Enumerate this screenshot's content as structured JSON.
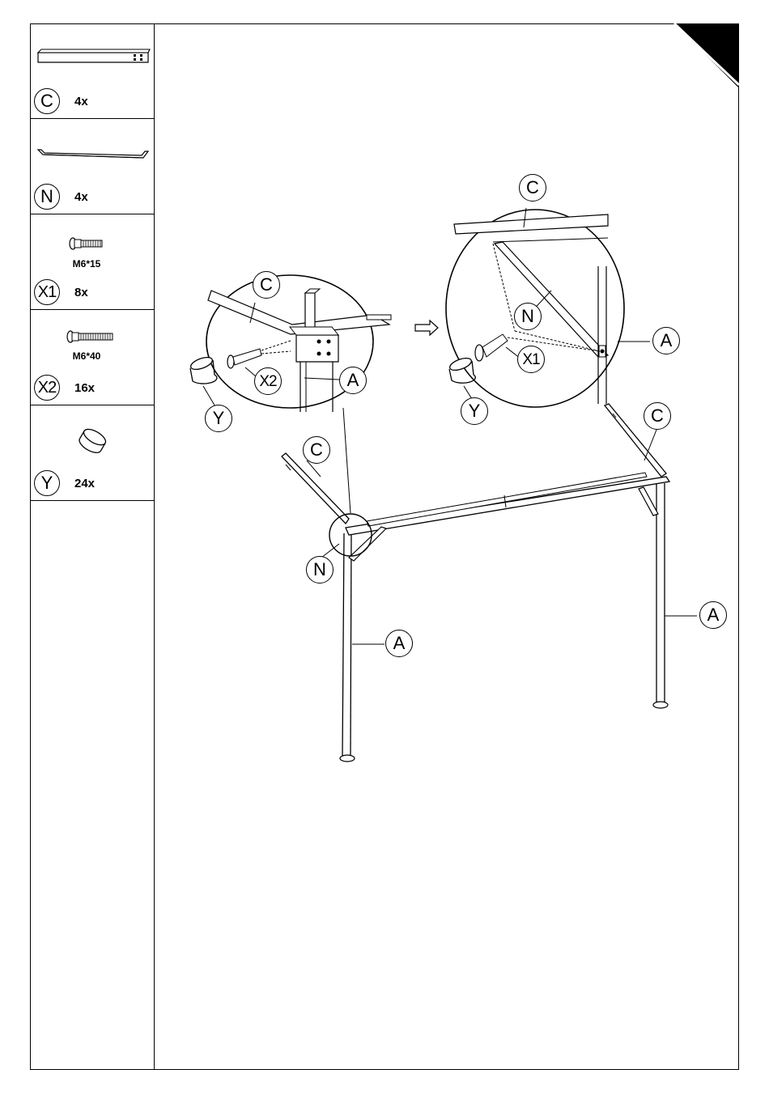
{
  "parts": [
    {
      "letter": "C",
      "qty": "4x",
      "spec": "",
      "icon": "rail-beam-icon"
    },
    {
      "letter": "N",
      "qty": "4x",
      "spec": "",
      "icon": "brace-bracket-icon"
    },
    {
      "letter": "X1",
      "qty": "8x",
      "spec": "M6*15",
      "icon": "short-bolt-icon"
    },
    {
      "letter": "X2",
      "qty": "16x",
      "spec": "M6*40",
      "icon": "long-bolt-icon"
    },
    {
      "letter": "Y",
      "qty": "24x",
      "spec": "",
      "icon": "end-cap-icon"
    }
  ],
  "callouts": {
    "detail1": {
      "c": "C",
      "x2": "X2",
      "a": "A",
      "y": "Y"
    },
    "detail2": {
      "c": "C",
      "n": "N",
      "x1": "X1",
      "a": "A",
      "y": "Y"
    },
    "frame": {
      "c_left": "C",
      "c_right": "C",
      "n": "N",
      "a_left": "A",
      "a_right": "A"
    }
  }
}
